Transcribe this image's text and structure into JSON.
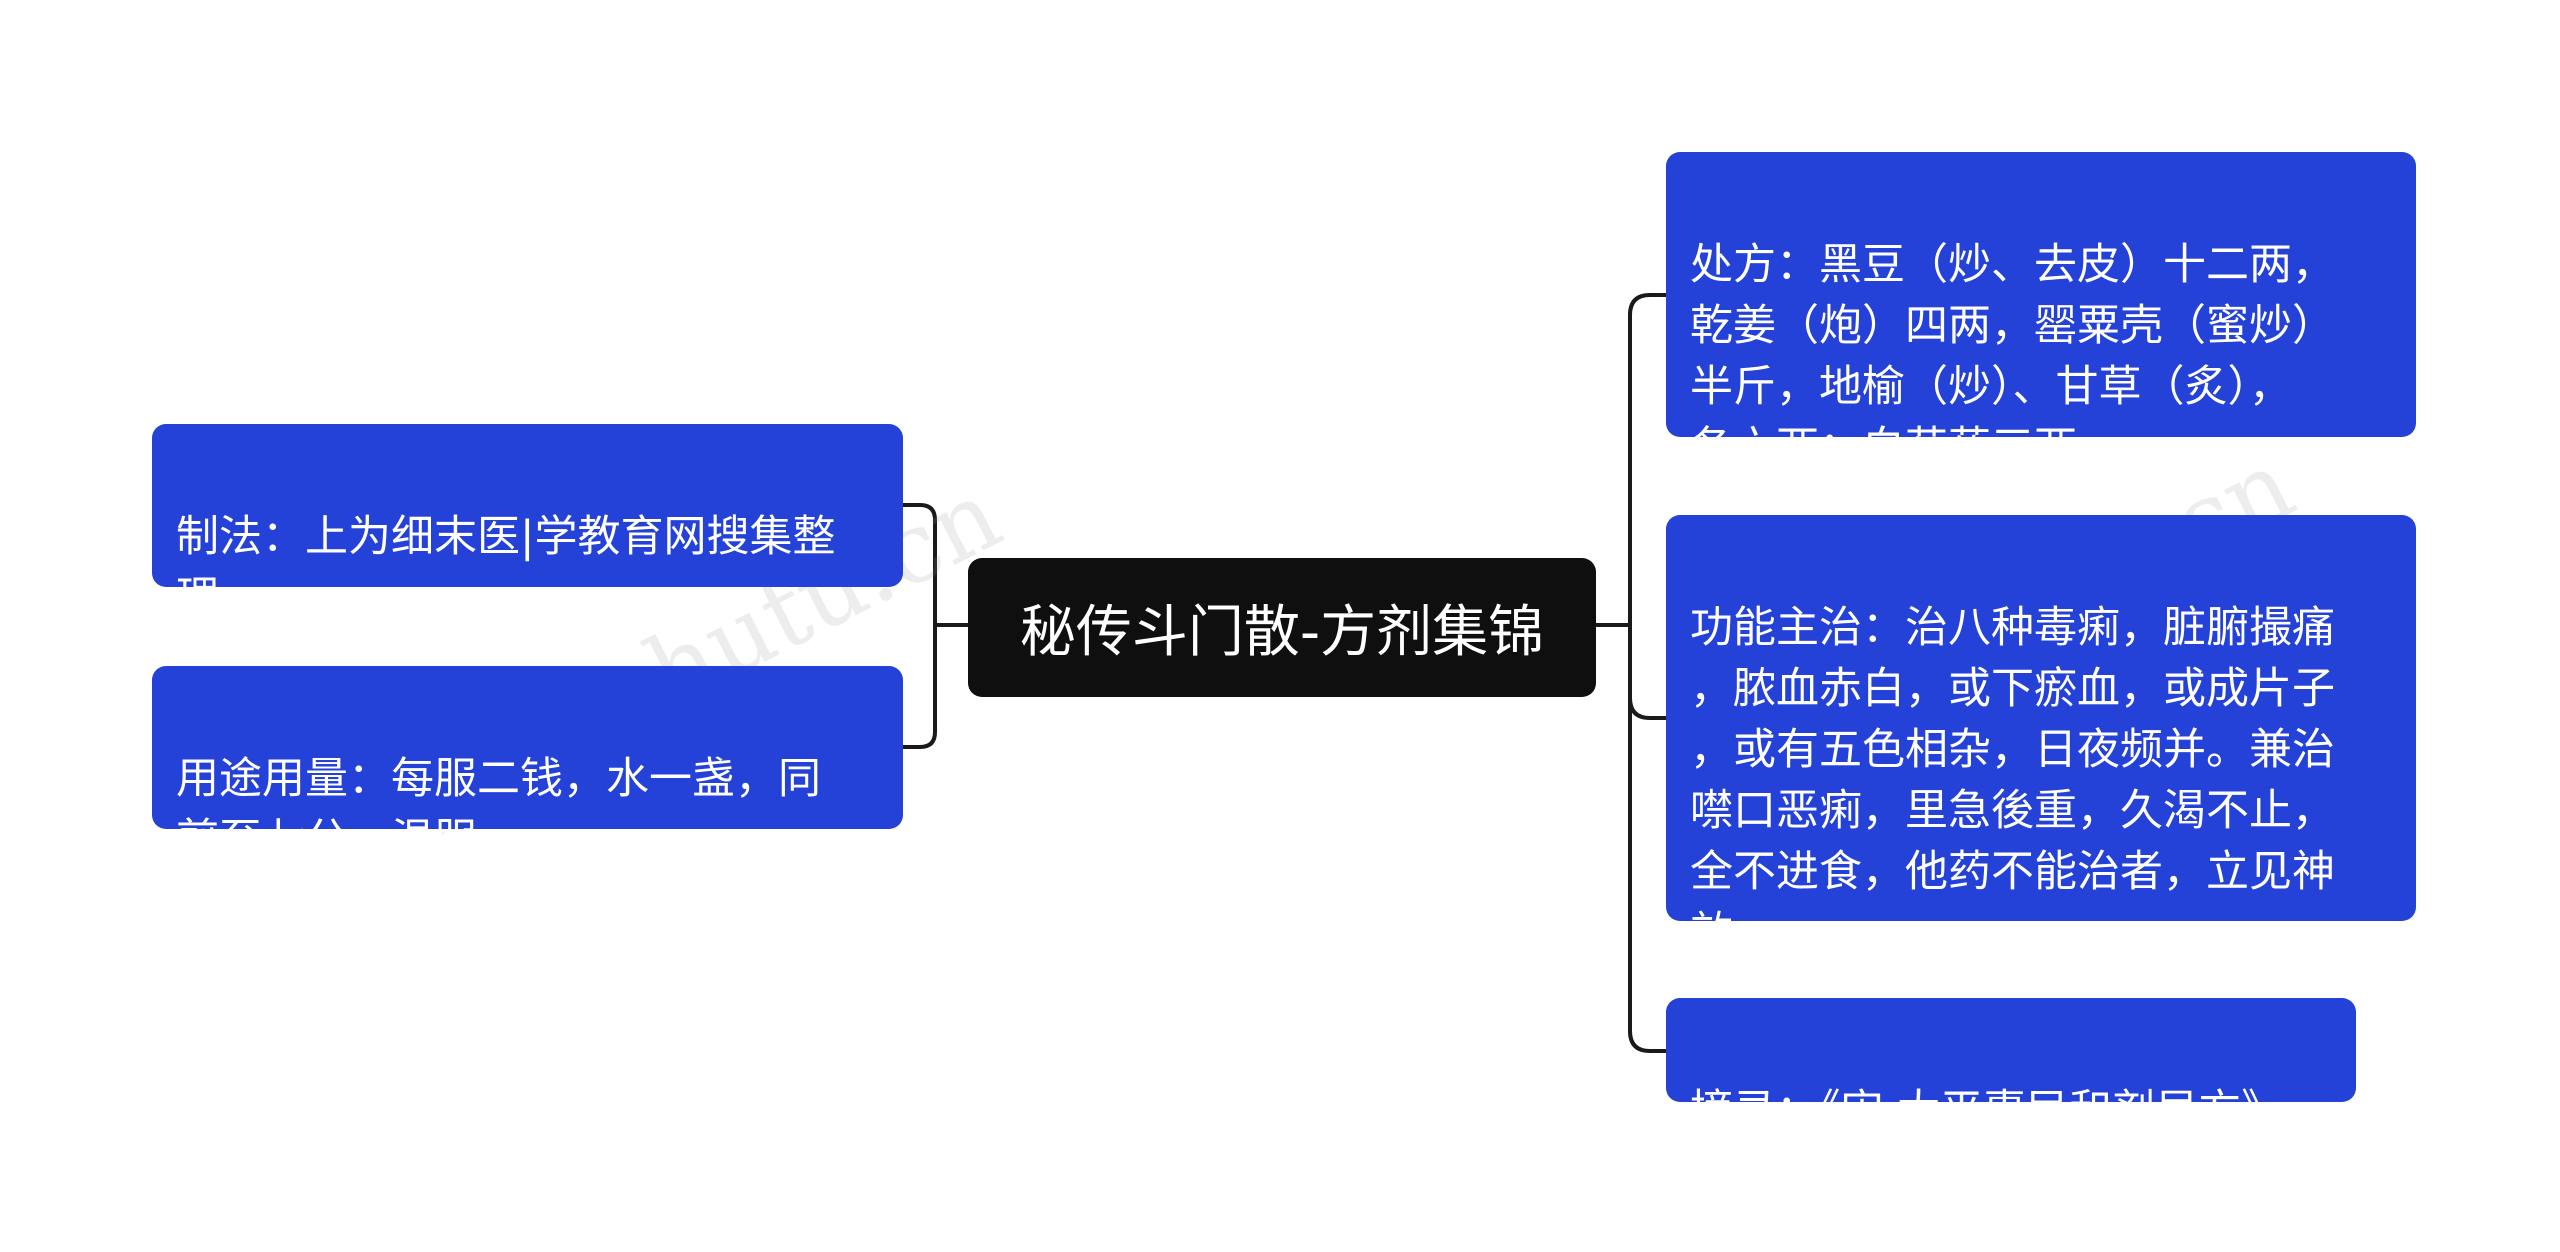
{
  "center": {
    "label": "秘传斗门散-方剂集锦"
  },
  "left_branches": [
    {
      "text": "制法：上为细末医|学教育网搜集整\n理。"
    },
    {
      "text": "用途用量：每服二钱，水一盏，同\n煎至七分，温服。"
    }
  ],
  "right_branches": [
    {
      "text": "处方：黑豆（炒、去皮）十二两，\n乾姜（炮）四两，罂粟壳（蜜炒）\n半斤，地榆（炒）、甘草（炙），\n各六两；白芍药三两。"
    },
    {
      "text": "功能主治：治八种毒痢，脏腑撮痛\n，脓血赤白，或下瘀血，或成片子\n，或有五色相杂，日夜频并。兼治\n噤口恶痢，里急後重，久渴不止，\n全不进食，他药不能治者，立见神\n效。"
    },
    {
      "text": "摘录：《宋·太平惠民和剂局方》"
    }
  ],
  "watermarks": [
    "树图 shutu.cn",
    "树图 shutu.cn"
  ],
  "colors": {
    "branch_fill": "#2441d8",
    "center_fill": "#0f0f0f",
    "connector": "#1a1a1a",
    "text": "#ffffff"
  }
}
